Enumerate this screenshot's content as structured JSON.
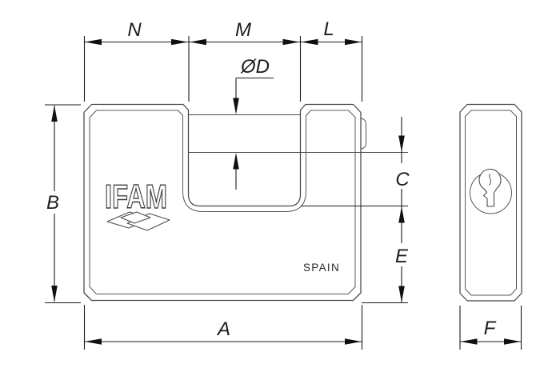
{
  "brand": {
    "name": "IFAM"
  },
  "body_markings": {
    "origin": "SPAIN"
  },
  "dimensions": {
    "n": "N",
    "m": "M",
    "l": "L",
    "d": "ØD",
    "b": "B",
    "c": "C",
    "e": "E",
    "a": "A",
    "f": "F"
  },
  "colors": {
    "background": "#ffffff",
    "object_line": "#474747",
    "dimension_line": "#1d1d1d",
    "arrow_fill": "#101010"
  }
}
